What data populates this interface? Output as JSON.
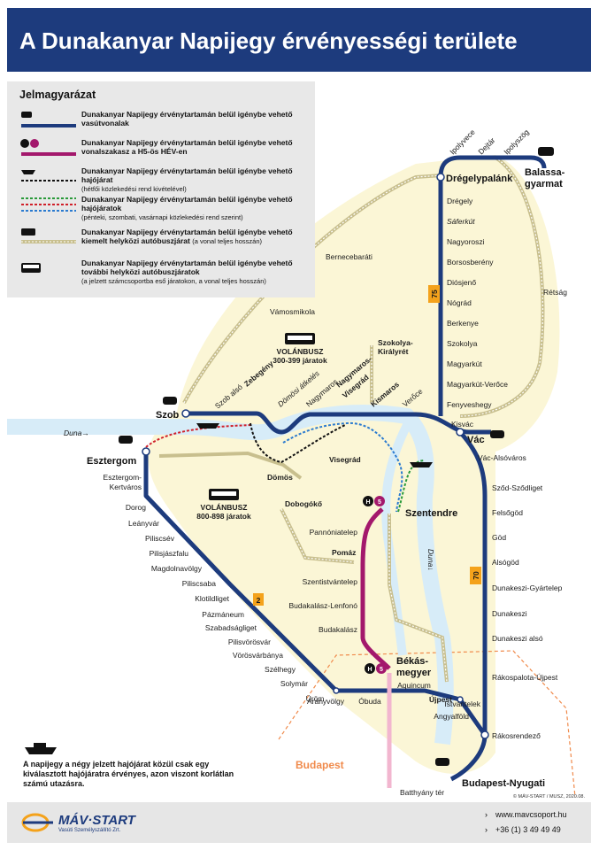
{
  "title": "A Dunakanyar Napijegy érvényességi területe",
  "legend": {
    "heading": "Jelmagyarázat",
    "items": [
      {
        "text": "Dunakanyar Napijegy érvénytartamán belül igénybe vehető vasútvonalak",
        "sub": ""
      },
      {
        "text": "Dunakanyar Napijegy érvénytartamán belül igénybe vehető vonalszakasz a H5-ös HÉV-en",
        "sub": ""
      },
      {
        "text": "Dunakanyar Napijegy érvénytartamán belül igénybe vehető hajójárat",
        "sub": "(hétfői közlekedési rend kivételével)"
      },
      {
        "text": "Dunakanyar Napijegy érvénytartamán belül igénybe vehető hajójáratok",
        "sub": "(pénteki, szombati, vasárnapi közlekedési rend szerint)"
      },
      {
        "text": "Dunakanyar Napijegy érvénytartamán belül igénybe vehető kiemelt helyközi autóbuszjárat",
        "sub": "(a vonal teljes hosszán)"
      },
      {
        "text": "Dunakanyar Napijegy érvénytartamán belül igénybe vehető további helyközi autóbuszjáratok",
        "sub": "(a jelzett számcsoportba eső járatokon, a vonal teljes hosszán)"
      }
    ]
  },
  "colors": {
    "rail": "#1d3b7d",
    "hev": "#a3186c",
    "zone": "#fbf6d6",
    "river": "#d7ecf8",
    "bus": "#c8bf8e",
    "ferry_red": "#d0202a",
    "ferry_green": "#2a9a3a",
    "ferry_blue": "#2b7bd0",
    "line_badge": "#f4a21b"
  },
  "map": {
    "stations_large": [
      "Balassa-",
      "gyarmat",
      "Drégelypalánk",
      "Szob",
      "Vác",
      "Esztergom",
      "Szentendre",
      "Békás-",
      "megyer",
      "Budapest-Nyugati",
      "Zebegény",
      "Nagymaros-",
      "Visegrád",
      "Kismaros",
      "Szokolya-",
      "Királyrét",
      "Dömös",
      "Visegrád",
      "Pomáz",
      "Dobogókő",
      "Újpest"
    ],
    "stations_small": [
      "Ipolyvece",
      "Dejtár",
      "Ipolyszög",
      "Drégely",
      "Nagyoroszi",
      "Borsosberény",
      "Diósjenő",
      "Nógrád",
      "Berkenye",
      "Szokolya",
      "Magyarkút",
      "Magyarkút-Verőce",
      "Fenyveshegy",
      "Kisvác",
      "Vác-Alsóváros",
      "Sződ-Sződliget",
      "Felsőgöd",
      "Göd",
      "Alsógöd",
      "Dunakeszi-Gyártelep",
      "Dunakeszi",
      "Dunakeszi alsó",
      "Rákospalota-Újpest",
      "Istvántelek",
      "Angyalföld",
      "Rákosrendező",
      "Bernecebaráti",
      "Vámosmikola",
      "Rétság",
      "Szob alsó",
      "Nagymaros",
      "Verőce",
      "Esztergom-",
      "Kertváros",
      "Dorog",
      "Leányvár",
      "Piliscsév",
      "Pilisjászfalu",
      "Magdolnavölgy",
      "Piliscsaba",
      "Klotildliget",
      "Pázmáneum",
      "Szabadságliget",
      "Pilisvörösvár",
      "Vörösvárbánya",
      "Szélhegy",
      "Solymár",
      "Üröm",
      "Aranyvölgy",
      "Óbuda",
      "Aquincum",
      "Pannóniatelep",
      "Szentistvántelep",
      "Budakalász-Lenfonó",
      "Budakalász",
      "Batthyány tér"
    ],
    "stations_italic": [
      "Sáferkút",
      "Dömösi átkelés"
    ],
    "rivers": [
      "Duna→",
      "Duna↓"
    ],
    "city_label": "Budapest",
    "bus_300": {
      "name": "VOLÁNBUSZ",
      "range": "300-399 járatok"
    },
    "bus_800": {
      "name": "VOLÁNBUSZ",
      "range": "800-898 járatok"
    },
    "line_numbers": [
      "75",
      "70",
      "2"
    ],
    "hev_badge": "H5",
    "hev_badge_letter": "H",
    "hev_badge_number": "5"
  },
  "note": "A napijegy a négy jelzett hajójárat közül csak egy kiválasztott hajójáratra érvényes, azon viszont korlátlan számú utazásra.",
  "credit": "© MÁV-START / MUSZ, 2020.08.",
  "footer": {
    "logo": "MÁV·START",
    "logo_sub": "Vasúti Személyszállító Zrt.",
    "web": "www.mavcsoport.hu",
    "phone": "+36 (1) 3 49 49 49"
  }
}
